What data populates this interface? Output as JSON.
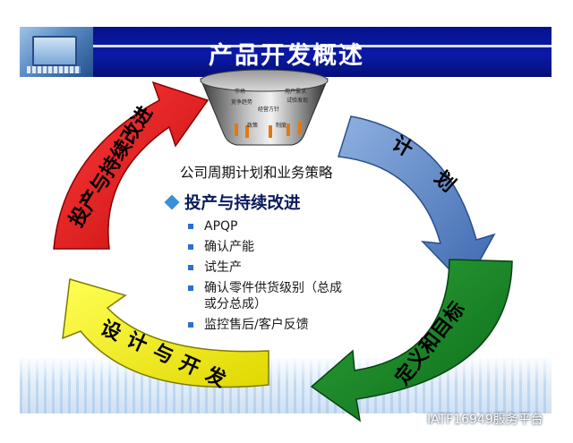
{
  "title": "产品开发概述",
  "funnel": {
    "labels": [
      "市场",
      "用户需求",
      "竞争趋势",
      "试验发现",
      "经营方针",
      "政策",
      "制度"
    ]
  },
  "strategy_text": "公司周期计划和业务策略",
  "arrows": {
    "plan": [
      "计",
      "划"
    ],
    "define": "定义和目标",
    "design": "设计与开发",
    "production": "投产与持续改进"
  },
  "current_phase": {
    "heading": "投产与持续改进",
    "items": [
      "APQP",
      "确认产能",
      "试生产",
      "确认零件供货级别（总成或分总成）",
      "监控售后/客户反馈"
    ]
  },
  "watermark": "IATF16949服务平台",
  "colors": {
    "header": "#0a1aa8",
    "arrow_red": "#e81a1a",
    "arrow_blue": "#5b86c8",
    "arrow_green": "#158a25",
    "arrow_yellow": "#f2f21a"
  }
}
